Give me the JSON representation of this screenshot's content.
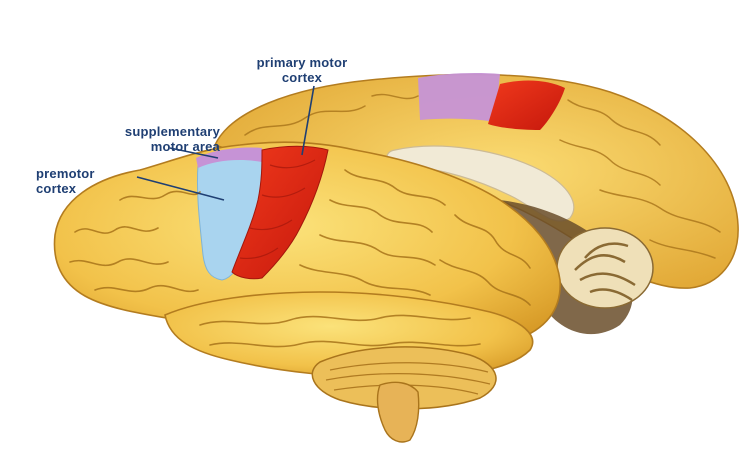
{
  "labels": {
    "primary_motor_cortex": [
      "primary motor",
      "cortex"
    ],
    "supplementary_motor_area": [
      "supplementary",
      "motor area"
    ],
    "premotor_cortex": [
      "premotor",
      "cortex"
    ]
  },
  "colors": {
    "label_text": "#1f3f73",
    "cortex": "#f2c24a",
    "cortex_dark": "#c98f1f",
    "gyri_line": "#a8741a",
    "primary_motor": "#e32512",
    "premotor": "#a9d4ef",
    "supplementary": "#c693d6",
    "corpus_callosum": "#f1ead6",
    "brainstem": "#e7b357",
    "shadow": "#5a4428"
  }
}
